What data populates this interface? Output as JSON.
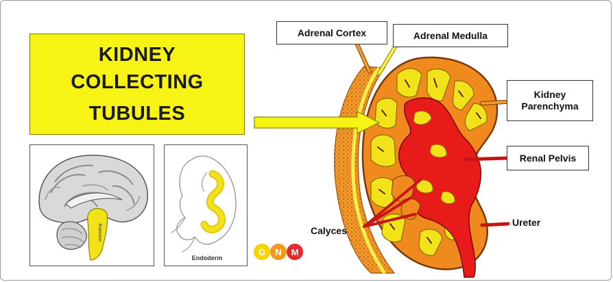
{
  "title": {
    "line1": "KIDNEY",
    "line2": "COLLECTING",
    "line3": "TUBULES"
  },
  "labels": {
    "adrenal_cortex": "Adrenal Cortex",
    "adrenal_medulla": "Adrenal Medulla",
    "kidney_parenchyma_1": "Kidney",
    "kidney_parenchyma_2": "Parenchyma",
    "renal_pelvis": "Renal Pelvis",
    "ureter": "Ureter",
    "calyces": "Calyces"
  },
  "panels": {
    "brain_label": "Brainstem",
    "embryo_label": "Endoderm"
  },
  "logo": {
    "letters": [
      "G",
      "N",
      "M"
    ],
    "colors": [
      "#f5d400",
      "#f39a1e",
      "#e52b2b"
    ]
  },
  "colors": {
    "title_yellow": "#f7f315",
    "tubule_yellow": "#f2e21a",
    "cortex_orange": "#f09a2a",
    "pelvis_red": "#e81b1b",
    "arrow_red": "#c51515"
  }
}
